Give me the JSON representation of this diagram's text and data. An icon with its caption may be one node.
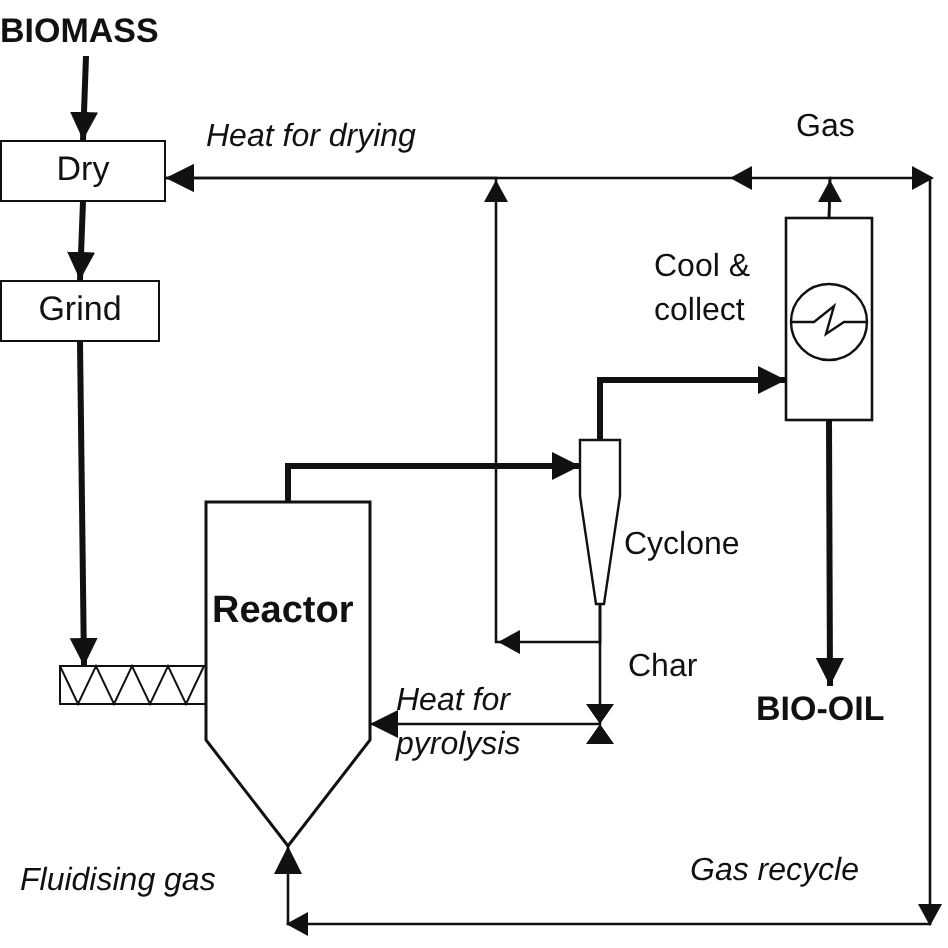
{
  "diagram": {
    "nodes": [
      {
        "text": [
          "BIOMASS"
        ]
      },
      {
        "text": [
          "Dry"
        ]
      },
      {
        "text": [
          "Grind"
        ]
      },
      {
        "text": [],
        "shape": "box"
      },
      {
        "text": [
          "Reactor"
        ]
      },
      {
        "text": [
          "Cyclone"
        ]
      },
      {
        "text": [
          "Cool & collect"
        ]
      },
      {
        "text": [
          "BIO-OIL"
        ]
      }
    ],
    "edges": [
      {
        "from": 0,
        "to": 1,
        "arrow": "to"
      },
      {
        "from": 1,
        "to": 2,
        "arrow": "to"
      },
      {
        "from": 2,
        "to": 3,
        "arrow": "to"
      },
      {
        "from": 4,
        "to": 5,
        "arrow": "to"
      },
      {
        "from": 5,
        "to": 6,
        "arrow": "to"
      },
      {
        "from": 6,
        "to": 7,
        "arrow": "to"
      },
      {
        "from": 6,
        "to": 1,
        "arrow": "to"
      },
      {
        "from": 5,
        "to": 1,
        "arrow": "to",
        "label": "Heat for drying"
      },
      {
        "from": 6,
        "to": 4,
        "arrow": "to",
        "label": "Gas recycle"
      },
      {
        "from": 5,
        "to": 4,
        "arrow": "to",
        "label": "Heat for pyrolysis"
      }
    ],
    "labels": [
      "Gas",
      "Char",
      "Fluidising gas"
    ]
  }
}
